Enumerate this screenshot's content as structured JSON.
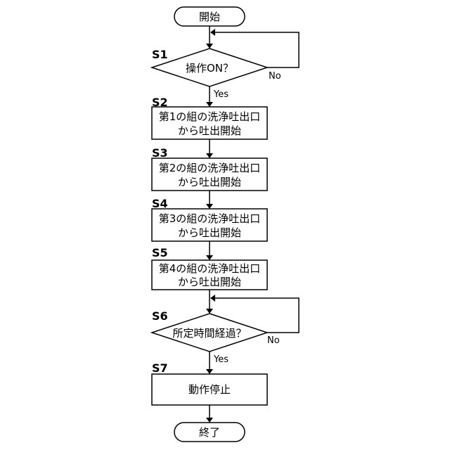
{
  "flowchart": {
    "start": "開始",
    "end": "終了",
    "steps": [
      {
        "id": "S1",
        "text": "操作ON？",
        "yes": "Yes",
        "no": "No"
      },
      {
        "id": "S2",
        "line1": "第1の組の洗浄吐出口",
        "line2": "から吐出開始"
      },
      {
        "id": "S3",
        "line1": "第2の組の洗浄吐出口",
        "line2": "から吐出開始"
      },
      {
        "id": "S4",
        "line1": "第3の組の洗浄吐出口",
        "line2": "から吐出開始"
      },
      {
        "id": "S5",
        "line1": "第4の組の洗浄吐出口",
        "line2": "から吐出開始"
      },
      {
        "id": "S6",
        "text": "所定時間経過？",
        "yes": "Yes",
        "no": "No"
      },
      {
        "id": "S7",
        "text": "動作停止"
      }
    ]
  }
}
